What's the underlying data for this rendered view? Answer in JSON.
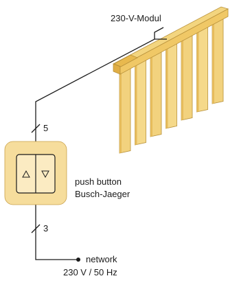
{
  "labels": {
    "module": "230-V-Modul",
    "wire_count_upper": "5",
    "wire_count_lower": "3",
    "button_line1": "push button",
    "button_line2": "Busch-Jaeger",
    "network_line1": "network",
    "network_line2": "230 V / 50 Hz"
  },
  "button_icons": {
    "up": "triangle-up-icon",
    "down": "triangle-down-icon"
  },
  "colors": {
    "wood_light": "#F5D98A",
    "wood_mid": "#F0CE73",
    "wood_dark": "#E3B44C",
    "wood_outline": "#B8913A",
    "switch_plate": "#F6DD9C",
    "switch_inner": "#FBEBC2",
    "line": "#1a1a1a"
  },
  "blind": {
    "slat_count": 7
  }
}
